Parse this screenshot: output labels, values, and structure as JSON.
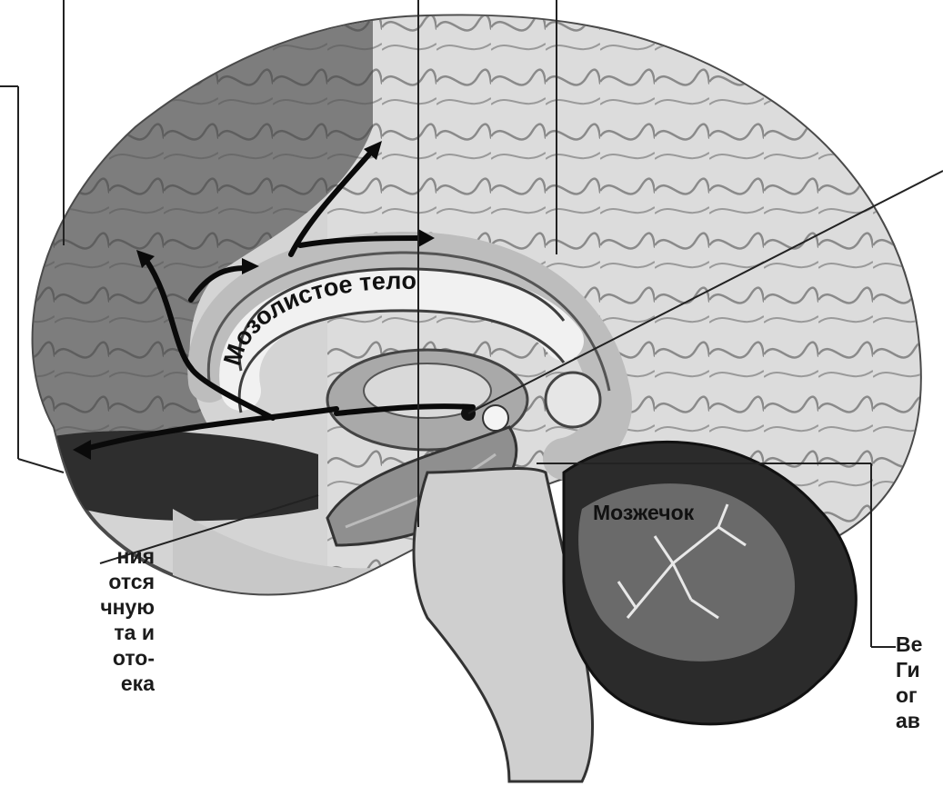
{
  "labels": {
    "corpus_callosum": "Мозолистое тело",
    "cerebellum": "Мозжечок"
  },
  "caption_left": {
    "lines": [
      "ния",
      "отся",
      "чную",
      "та и",
      "ото-",
      "ека"
    ]
  },
  "caption_right": {
    "lines": [
      "Ве",
      "Ги",
      "ог",
      "ав"
    ]
  }
}
